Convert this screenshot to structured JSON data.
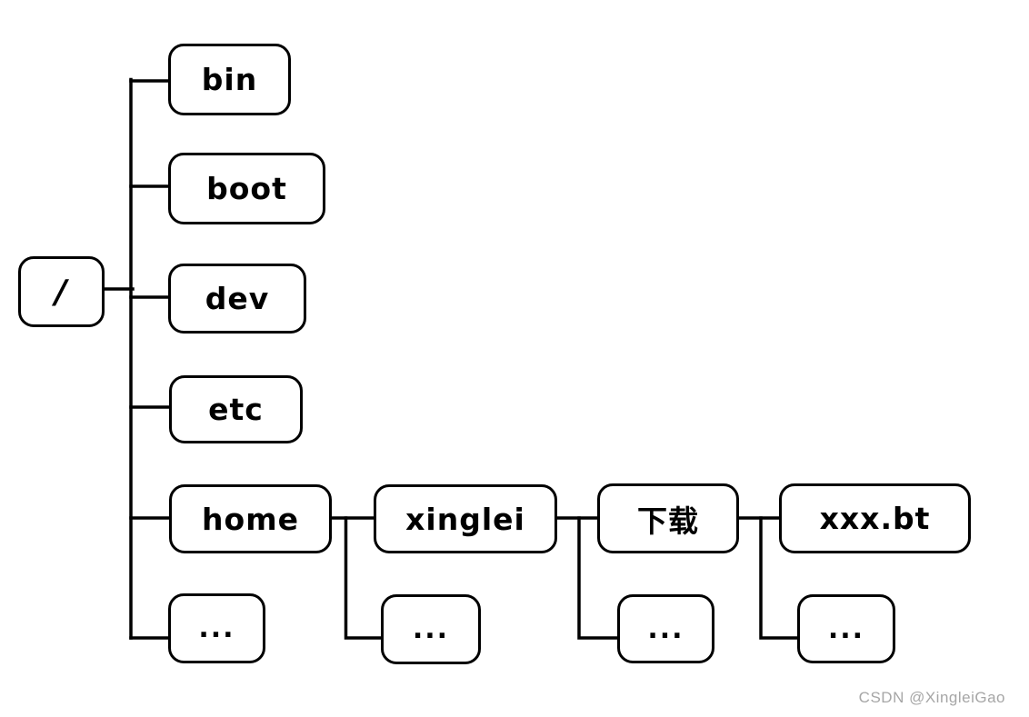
{
  "diagram_type": "filesystem-tree",
  "tree": {
    "label": "/",
    "children": [
      {
        "label": "bin"
      },
      {
        "label": "boot"
      },
      {
        "label": "dev"
      },
      {
        "label": "etc"
      },
      {
        "label": "home",
        "children": [
          {
            "label": "xinglei",
            "children": [
              {
                "label": "下载",
                "children": [
                  {
                    "label": "xxx.bt"
                  },
                  {
                    "label": "..."
                  }
                ]
              },
              {
                "label": "..."
              }
            ]
          },
          {
            "label": "..."
          }
        ]
      },
      {
        "label": "..."
      }
    ]
  },
  "watermark": {
    "text": "CSDN @XingleiGao",
    "color": "#a6a6a6"
  },
  "style": {
    "stroke_color": "#000000",
    "background_color": "#ffffff"
  }
}
